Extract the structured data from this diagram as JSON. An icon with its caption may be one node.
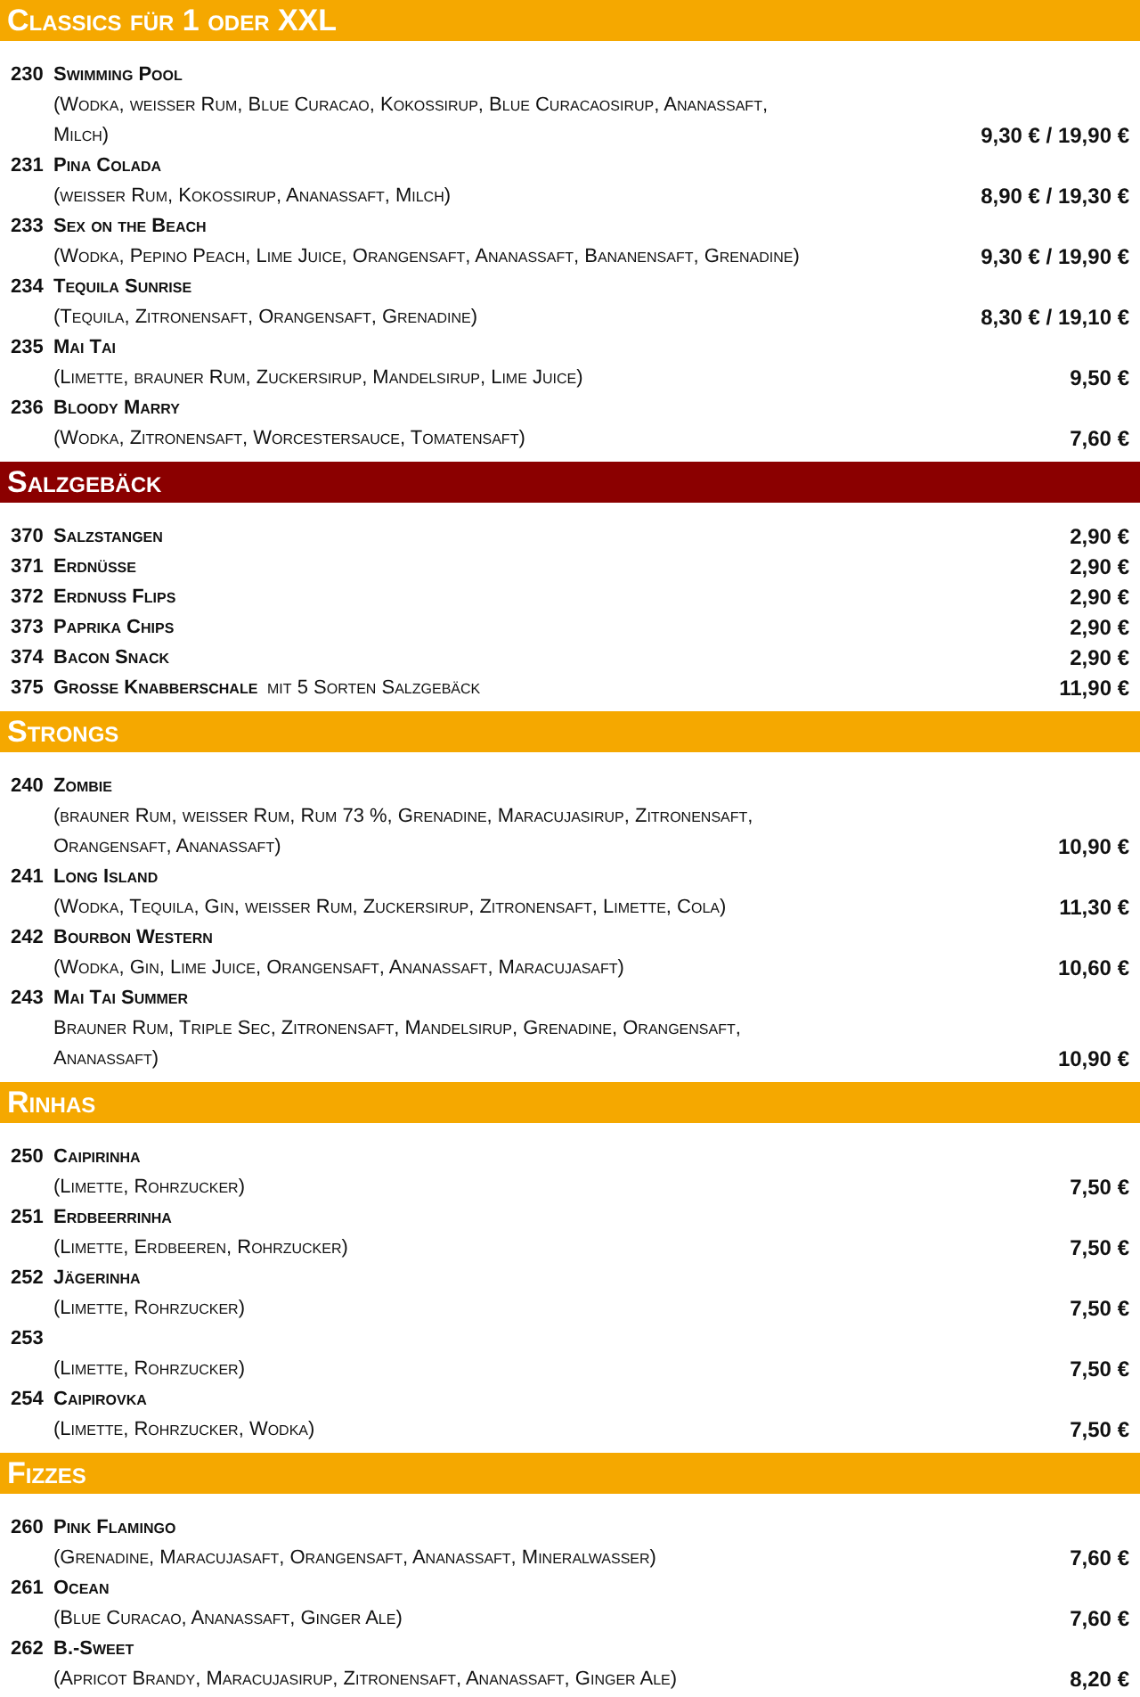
{
  "diagram": {
    "nodes": [
      {
        "text": [
          "Classics für 1 oder XXL"
        ]
      },
      {
        "text": [
          "Salzgebäck"
        ]
      },
      {
        "text": [
          "Strongs"
        ]
      },
      {
        "text": [
          "Rinhas"
        ]
      },
      {
        "text": [
          "Fizzes"
        ]
      }
    ],
    "labels": [
      "230",
      "Swimming Pool",
      "(Wodka, weißer Rum, Blue Curacao, Kokossirup, Blue Curacaosirup, Ananassaft, Milch)",
      "9,30 € / 19,90 €",
      "231",
      "Pina Colada",
      "(weißer Rum, Kokossirup, Ananassaft, Milch)",
      "8,90 € / 19,30 €",
      "233",
      "Sex on the Beach",
      "(Wodka, Pepino Peach, Lime Juice, Orangensaft, Ananassaft, Bananensaft, Grenadine)",
      "9,30 € / 19,90 €",
      "234",
      "Tequila Sunrise",
      "(Tequila, Zitronensaft, Orangensaft, Grenadine)",
      "8,30 € / 19,10 €",
      "235",
      "Mai Tai",
      "(Limette, brauner Rum, Zuckersirup, Mandelsirup, Lime Juice)",
      "9,50 €",
      "236",
      "Bloody Marry",
      "(Wodka, Zitronensaft, Worcestersauce, Tomatensaft)",
      "7,60 €",
      "370",
      "Salzstangen",
      "2,90 €",
      "371",
      "Erdnüsse",
      "2,90 €",
      "372",
      "Erdnuss Flips",
      "2,90 €",
      "373",
      "Paprika Chips",
      "2,90 €",
      "374",
      "Bacon Snack",
      "2,90 €",
      "375",
      "Große Knabberschale",
      "mit 5 Sorten Salzgebäck",
      "11,90 €",
      "240",
      "Zombie",
      "(brauner Rum, weißer Rum, Rum 73 %, Grenadine, Maracujasirup, Zitronensaft, Orangensaft, Ananassaft)",
      "10,90 €",
      "241",
      "Long Island",
      "(Wodka, Tequila, Gin, weißer Rum, Zuckersirup, Zitronensaft, Limette, Cola)",
      "11,30 €",
      "242",
      "Bourbon Western",
      "(Wodka, Gin, Lime Juice, Orangensaft, Ananassaft, Maracujasaft)",
      "10,60 €",
      "243",
      "Mai Tai Summer",
      "Brauner Rum, Triple Sec, Zitronensaft, Mandelsirup, Grenadine, Orangensaft, Ananassaft)",
      "10,90 €",
      "250",
      "Caipirinha",
      "(Limette, Rohrzucker)",
      "7,50 €",
      "251",
      "Erdbeerrinha",
      "(Limette, Erdbeeren, Rohrzucker)",
      "7,50 €",
      "252",
      "Jägerinha",
      "(Limette, Rohrzucker)",
      "7,50 €",
      "253",
      "(Limette, Rohrzucker)",
      "7,50 €",
      "254",
      "Caipirovka",
      "(Limette, Rohrzucker, Wodka)",
      "7,50 €",
      "260",
      "Pink Flamingo",
      "(Grenadine, Maracujasaft, Orangensaft, Ananassaft, Mineralwasser)",
      "7,60 €",
      "261",
      "Ocean",
      "(Blue Curacao, Ananassaft, Ginger Ale)",
      "7,60 €",
      "262",
      "B.-Sweet",
      "(Apricot Brandy, Maracujasirup, Zitronensaft, Ananassaft, Ginger Ale)",
      "8,20 €"
    ]
  }
}
